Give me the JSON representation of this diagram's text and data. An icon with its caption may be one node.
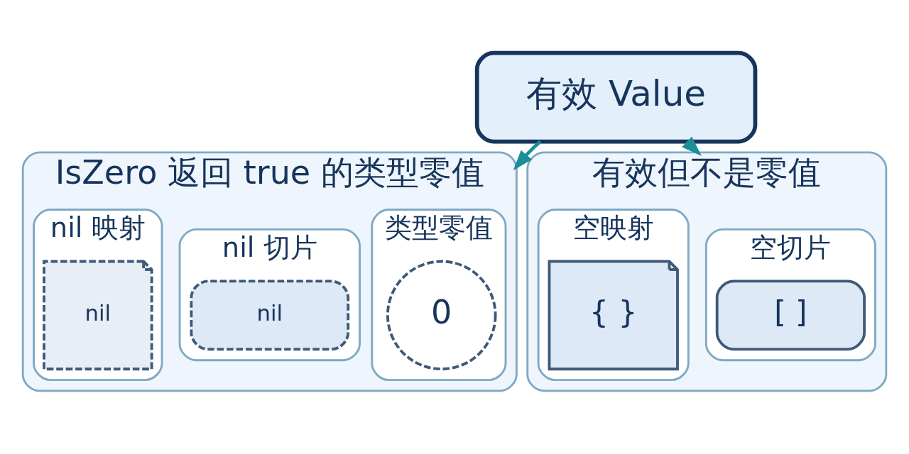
{
  "diagram": {
    "nodes": [
      {
        "text": [
          "有效 Value"
        ]
      },
      {
        "text": [
          "IsZero 返回 true 的类型零值"
        ]
      },
      {
        "text": [
          "类型零值"
        ],
        "in": 1
      },
      {
        "text": [
          "0"
        ],
        "in": 2
      },
      {
        "text": [
          "nil 切片"
        ],
        "in": 1
      },
      {
        "text": [
          "nil"
        ],
        "in": 4
      },
      {
        "text": [
          "nil 映射"
        ],
        "in": 1
      },
      {
        "text": [
          "nil"
        ],
        "in": 6
      },
      {
        "text": [
          "有效但不是零值"
        ]
      },
      {
        "text": [
          "空切片"
        ],
        "in": 8
      },
      {
        "text": [
          "[ ]"
        ],
        "in": 9
      },
      {
        "text": [
          "空映射"
        ],
        "in": 8
      },
      {
        "text": [
          "{ }"
        ],
        "in": 11
      }
    ],
    "edges": [
      {
        "from": 0,
        "to": 1,
        "arrow": "to"
      },
      {
        "from": 0,
        "to": 8,
        "arrow": "to"
      }
    ]
  }
}
